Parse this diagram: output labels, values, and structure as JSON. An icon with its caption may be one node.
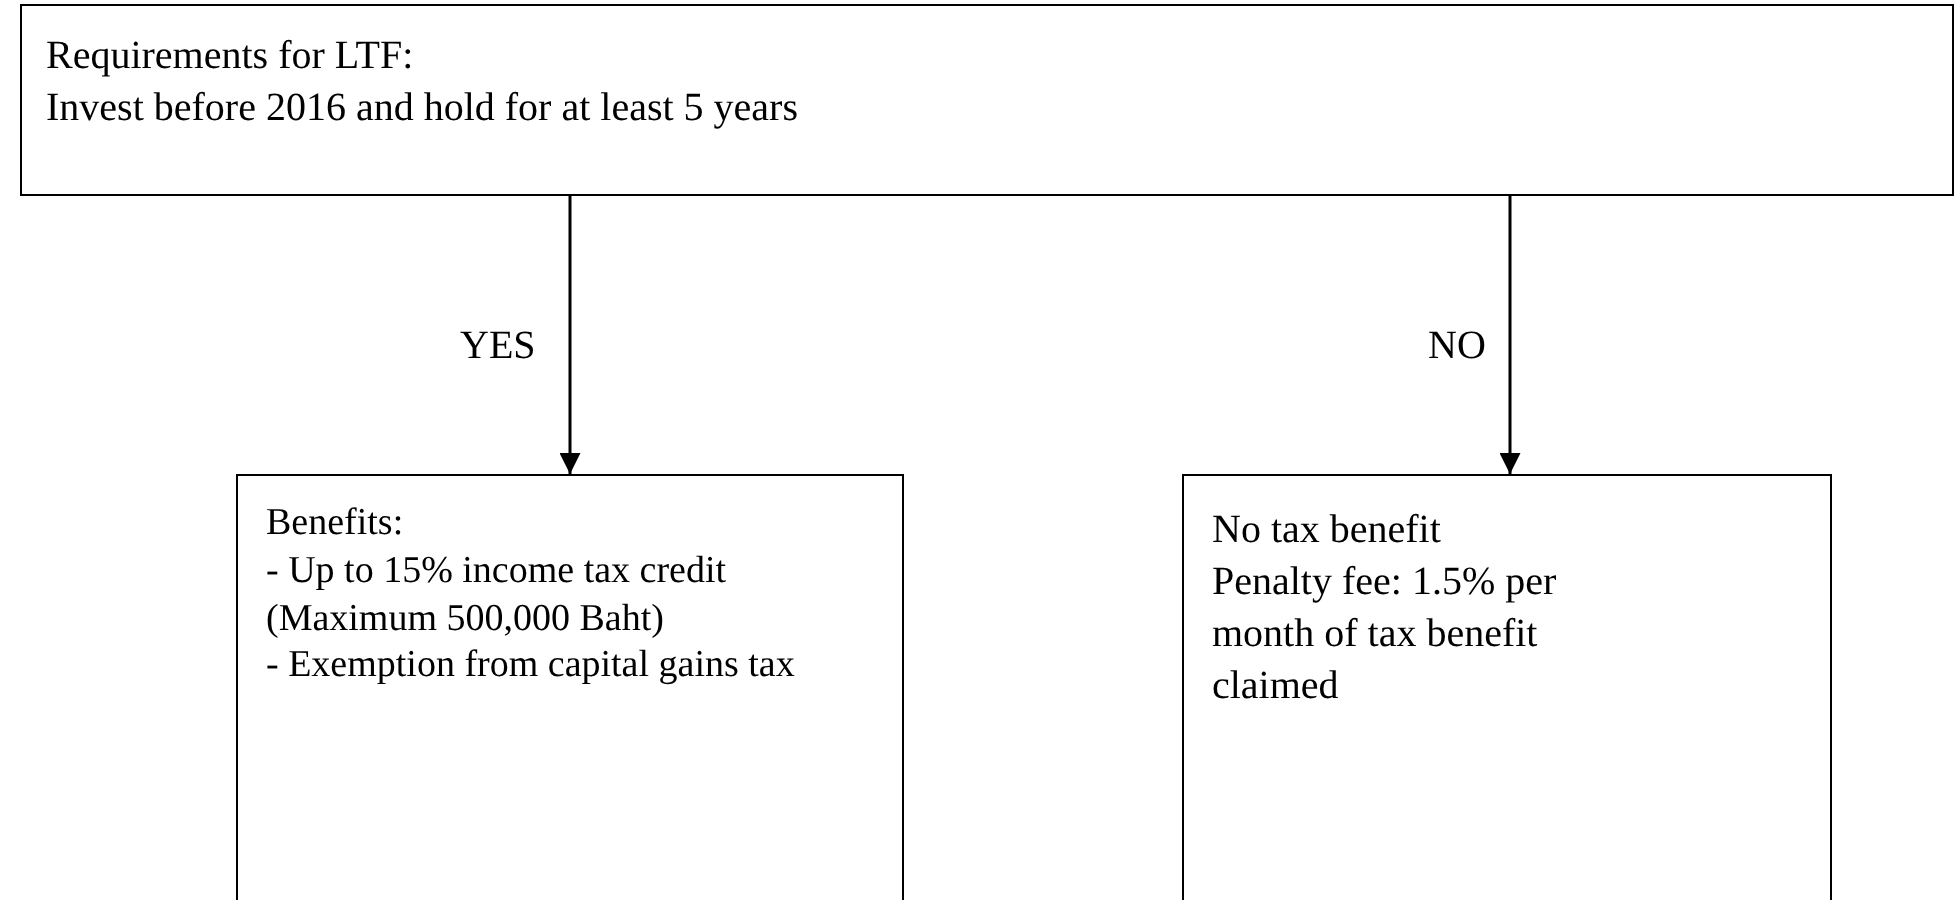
{
  "diagram": {
    "nodes": [
      {
        "text": [
          "Requirements for LTF:",
          "Invest before 2016 and hold for at least 5 years"
        ]
      },
      {
        "text": [
          "Benefits:",
          "- Up to 15% income tax credit (Maximum 500,000 Baht)",
          "- Exemption from capital gains tax"
        ]
      },
      {
        "text": [
          "No tax benefit",
          "Penalty fee: 1.5% per month of tax benefit claimed"
        ]
      }
    ],
    "edges": [
      {
        "from": 0,
        "to": 1,
        "arrow": "to",
        "label": "YES"
      },
      {
        "from": 0,
        "to": 2,
        "arrow": "to",
        "label": "NO"
      }
    ]
  }
}
